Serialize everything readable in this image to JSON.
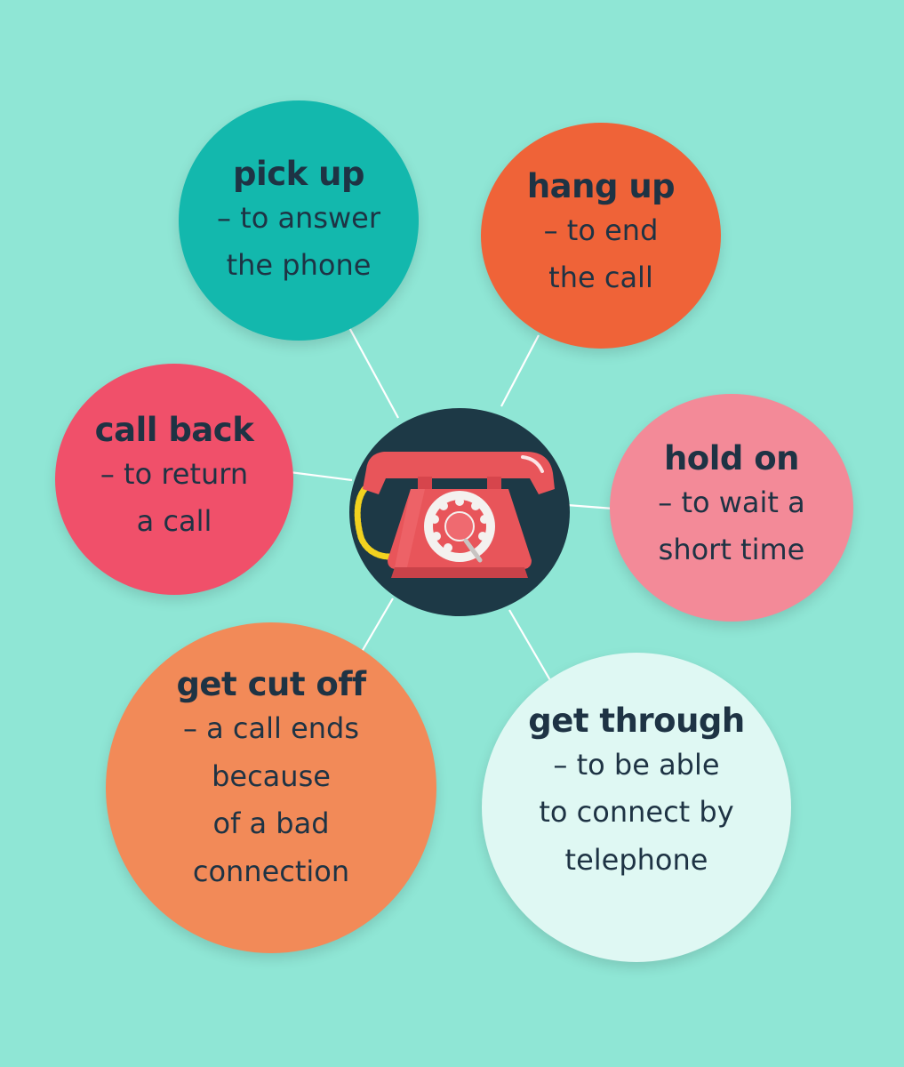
{
  "colors": {
    "background": "#8fe6d5",
    "text": "#1e3344",
    "connector": "#ffffff",
    "hub": "#1d3946",
    "phone_body": "#e8555a",
    "phone_dial": "#ffffff",
    "cord": "#f2d21f"
  },
  "hub": {
    "icon": "rotary-telephone-icon"
  },
  "bubbles": [
    {
      "id": "pick",
      "term": "pick up",
      "definition": "– to answer\nthe phone",
      "color": "#13b8ad"
    },
    {
      "id": "hang",
      "term": "hang up",
      "definition": "– to end\nthe call",
      "color": "#ef6338"
    },
    {
      "id": "call",
      "term": "call back",
      "definition": "– to return\na call",
      "color": "#f0506a"
    },
    {
      "id": "hold",
      "term": "hold on",
      "definition": "– to wait a\nshort time",
      "color": "#f38a98"
    },
    {
      "id": "cut",
      "term": "get cut off",
      "definition": "– a call ends\nbecause\nof a bad\nconnection",
      "color": "#f28a58"
    },
    {
      "id": "thru",
      "term": "get through",
      "definition": "– to be able\nto connect by\ntelephone",
      "color": "#dff8f3"
    }
  ]
}
